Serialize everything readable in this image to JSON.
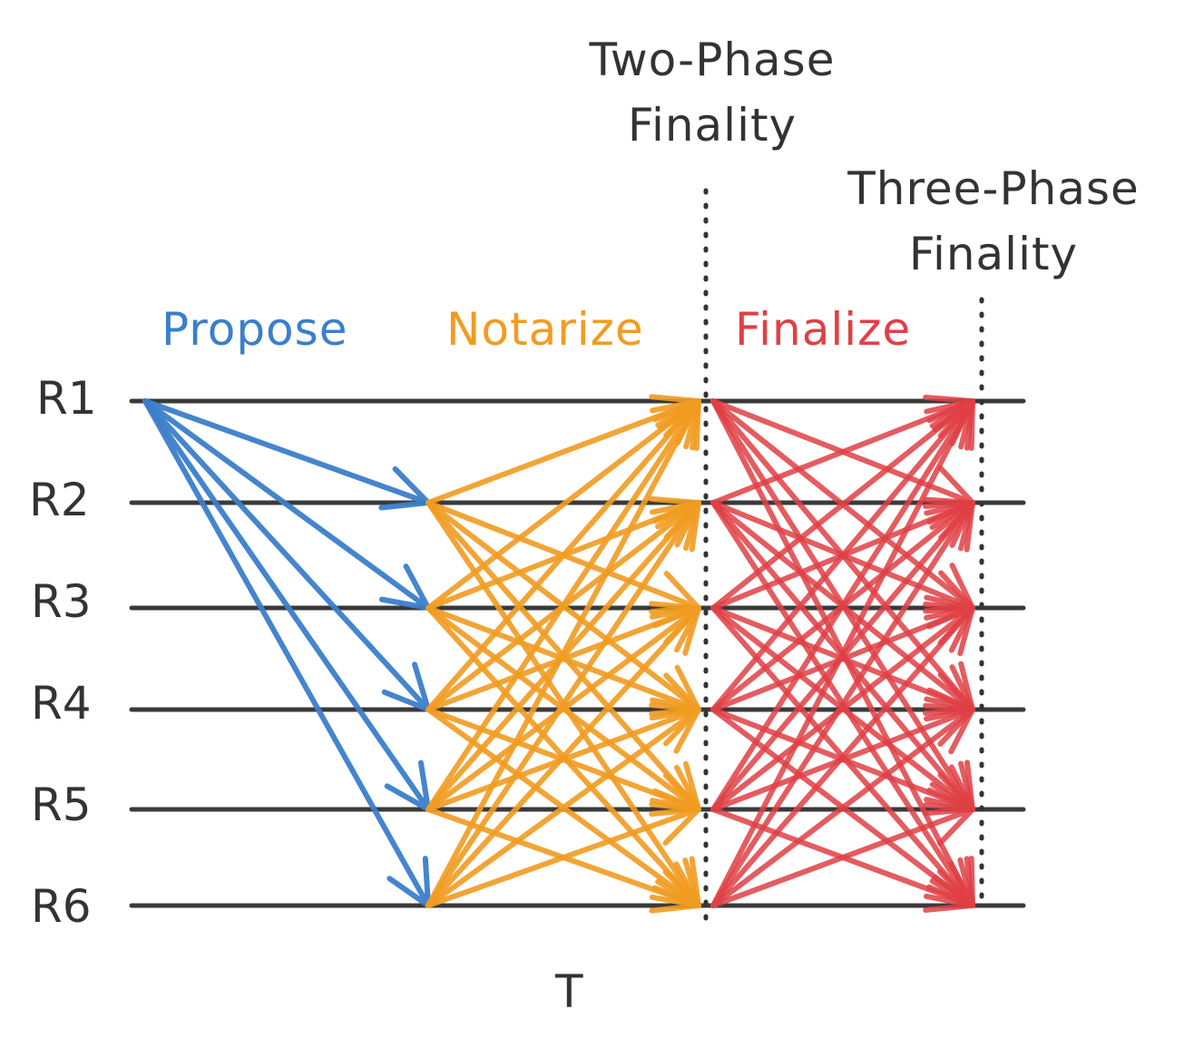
{
  "phases": [
    {
      "label": "Propose",
      "color": "#3a7fcb"
    },
    {
      "label": "Notarize",
      "color": "#f19c21"
    },
    {
      "label": "Finalize",
      "color": "#e04045"
    }
  ],
  "replicas": [
    "R1",
    "R2",
    "R3",
    "R4",
    "R5",
    "R6"
  ],
  "markers": {
    "two_phase": {
      "line1": "Two-Phase",
      "line2": "Finality"
    },
    "three_phase": {
      "line1": "Three-Phase",
      "line2": "Finality"
    }
  },
  "time_axis_label": "T",
  "messages": {
    "propose": {
      "from_replica": "R1",
      "to_replicas": [
        "R2",
        "R3",
        "R4",
        "R5",
        "R6"
      ]
    },
    "notarize": {
      "from_replicas": [
        "R2",
        "R3",
        "R4",
        "R5",
        "R6"
      ],
      "to_replicas": [
        "R1",
        "R2",
        "R3",
        "R4",
        "R5",
        "R6"
      ]
    },
    "finalize": {
      "from_replicas": [
        "R1",
        "R2",
        "R3",
        "R4",
        "R5",
        "R6"
      ],
      "to_replicas": [
        "R1",
        "R2",
        "R3",
        "R4",
        "R5",
        "R6"
      ]
    }
  },
  "colors": {
    "timeline": "#3a3a3a",
    "marker": "#333333"
  }
}
